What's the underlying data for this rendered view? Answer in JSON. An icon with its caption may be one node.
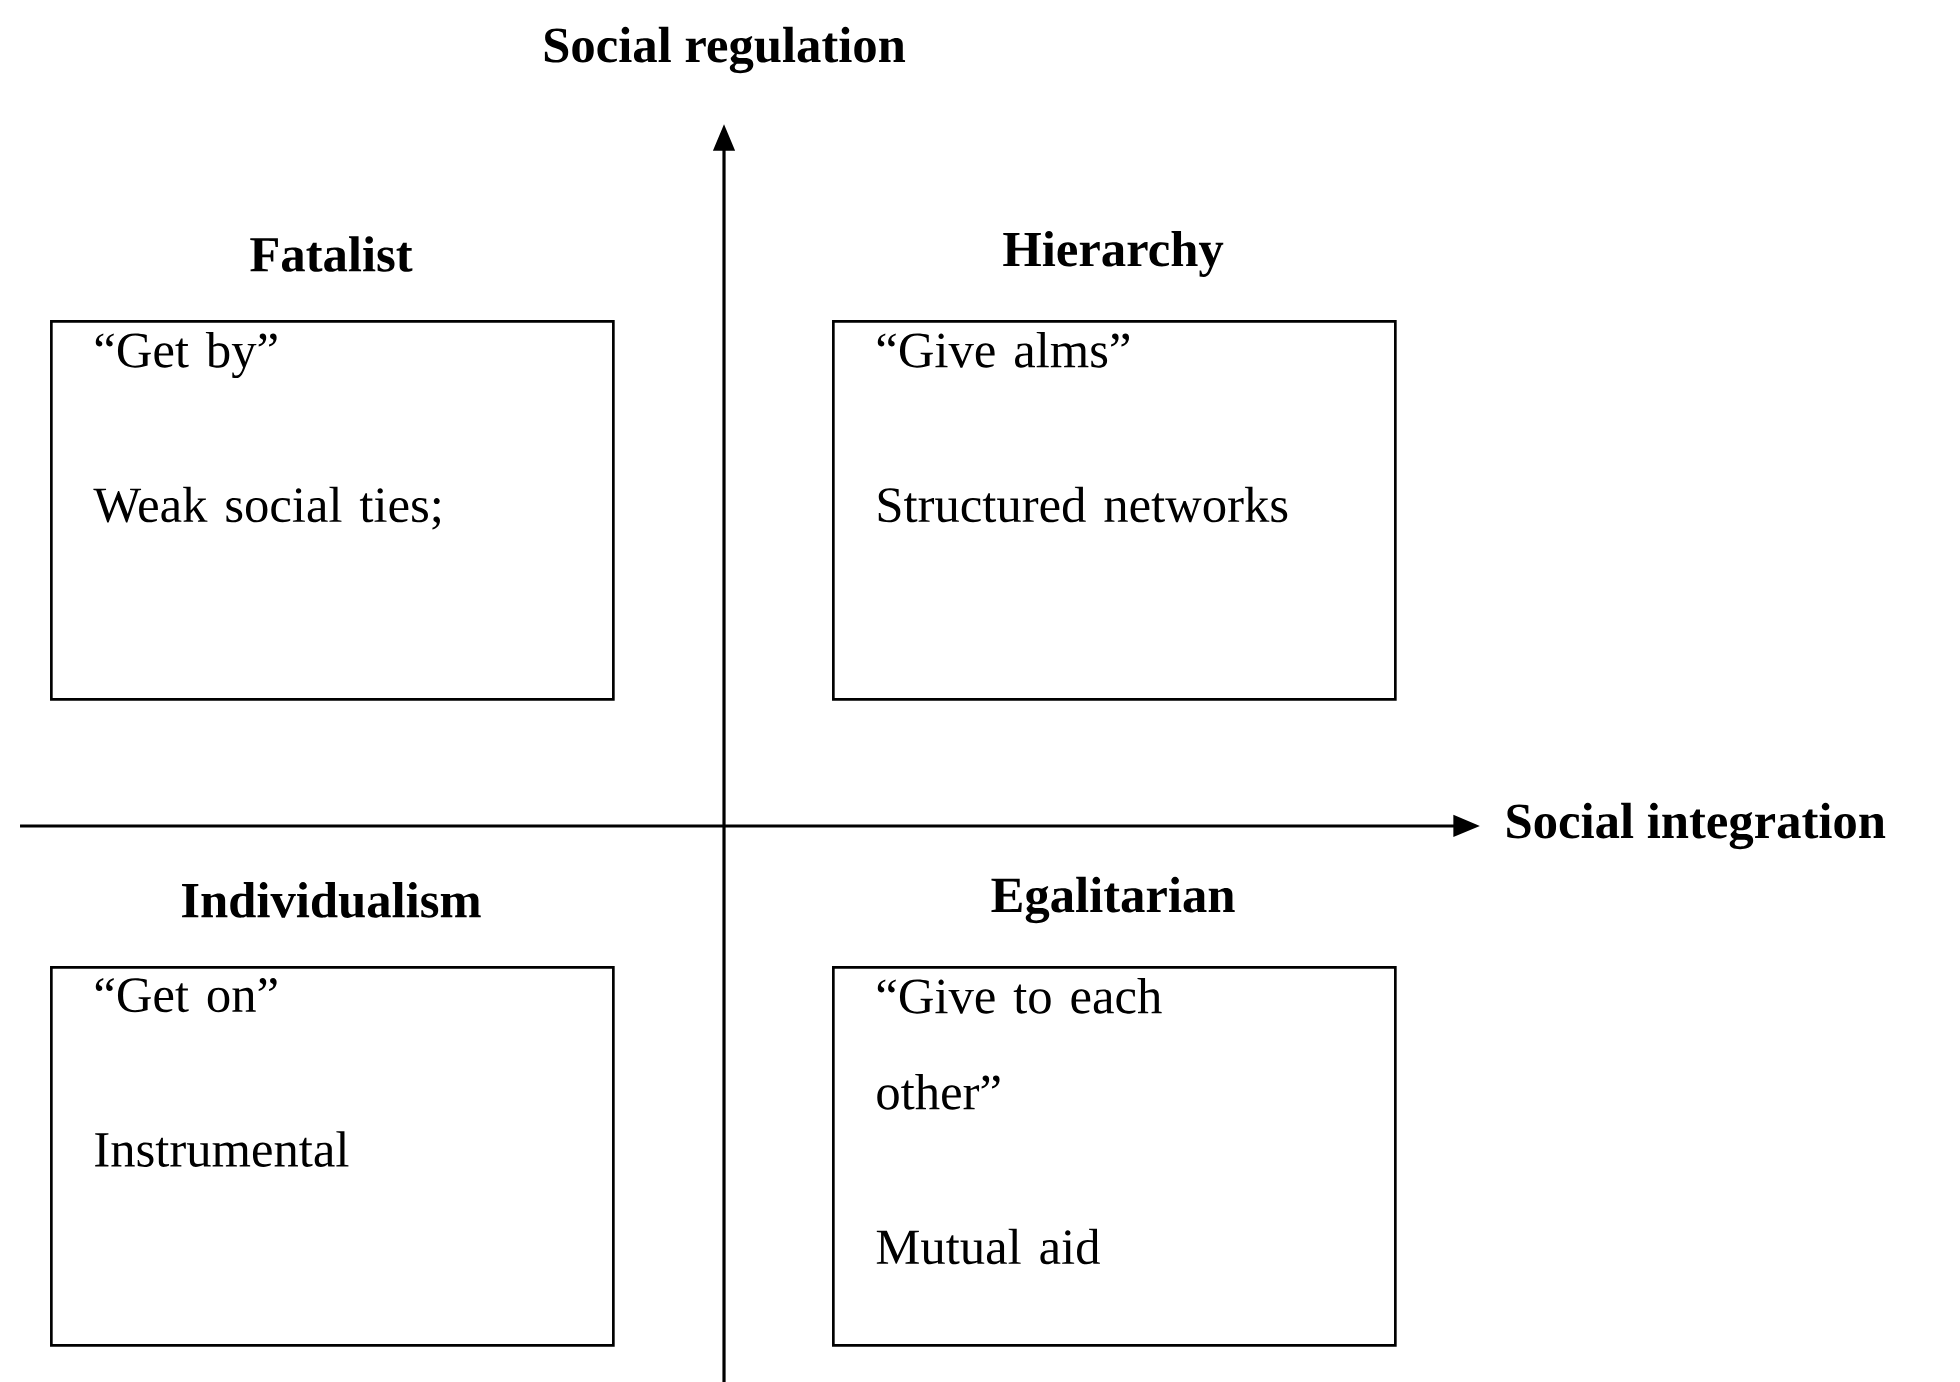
{
  "diagram": {
    "nodes": [
      {
        "text": [
          "Fatalist",
          "“Get by”",
          "Weak social ties;"
        ]
      },
      {
        "text": [
          "Hierarchy",
          "“Give alms”",
          "Structured networks"
        ]
      },
      {
        "text": [
          "Individualism",
          "“Get on”",
          "Instrumental"
        ]
      },
      {
        "text": [
          "Egalitarian",
          "“Give to each other”",
          "Mutual aid"
        ]
      }
    ],
    "labels": [
      "Social regulation",
      "Social integration"
    ]
  }
}
